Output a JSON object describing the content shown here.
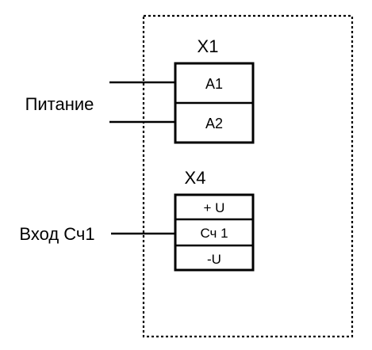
{
  "colors": {
    "line": "#000000",
    "background": "#ffffff"
  },
  "external_labels": {
    "power": "Питание",
    "counter_input": "Вход Сч1"
  },
  "connectors": [
    {
      "id": "x1",
      "title": "X1",
      "terminals": [
        "A1",
        "A2"
      ]
    },
    {
      "id": "x4",
      "title": "X4",
      "terminals": [
        "+ U",
        "Сч 1",
        "-U"
      ]
    }
  ]
}
